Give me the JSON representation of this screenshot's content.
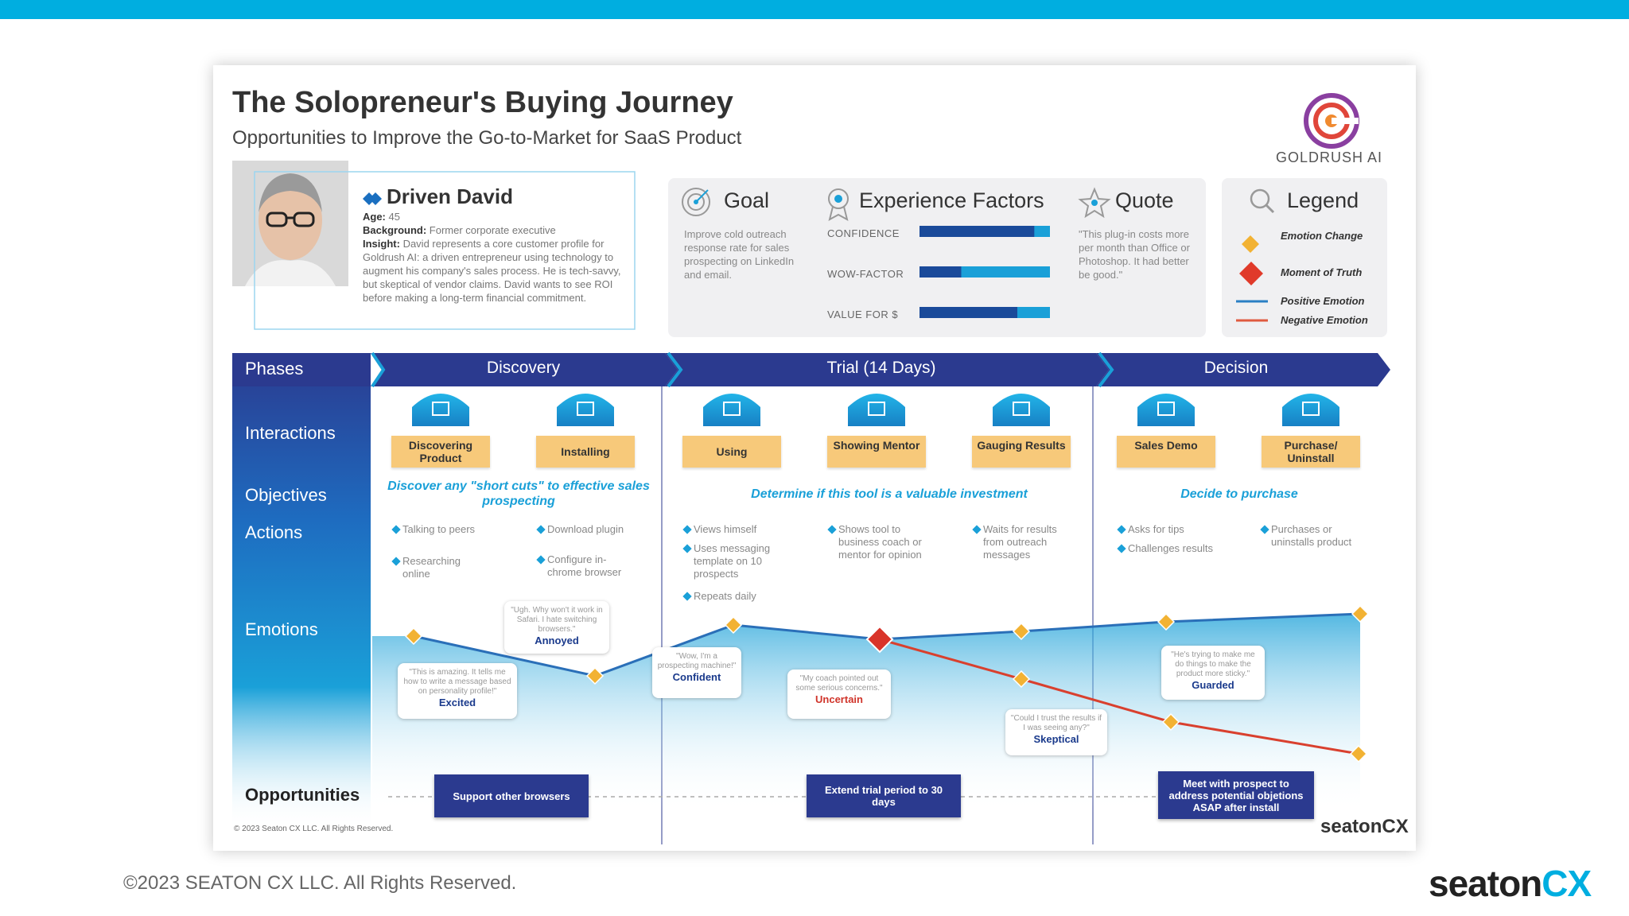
{
  "header": {
    "title": "The Solopreneur's Buying Journey",
    "subtitle": "Opportunities to Improve the Go-to-Market for SaaS Product"
  },
  "logo": {
    "name": "GOLDRUSH AI",
    "icon": "goldrush-spiral-icon"
  },
  "persona": {
    "name": "Driven David",
    "age_label": "Age:",
    "age": "45",
    "background_label": "Background:",
    "background": "Former corporate executive",
    "insight_label": "Insight:",
    "insight": "David represents a core customer profile for Goldrush AI: a driven entrepreneur using technology to augment his company's sales process. He is tech-savvy, but skeptical of vendor claims. David wants to see ROI before making a long-term financial commitment."
  },
  "goal": {
    "title": "Goal",
    "text": "Improve cold outreach response rate for sales prospecting on LinkedIn and email."
  },
  "experience": {
    "title": "Experience Factors",
    "factors": [
      {
        "label": "CONFIDENCE",
        "level": 0.88
      },
      {
        "label": "WOW-FACTOR",
        "level": 0.32
      },
      {
        "label": "VALUE FOR $",
        "level": 0.75
      }
    ]
  },
  "quote": {
    "title": "Quote",
    "text": "\"This plug-in costs more per month than Office or Photoshop. It had better be good.\""
  },
  "legend": {
    "title": "Legend",
    "items": [
      {
        "label": "Emotion Change",
        "color": "#f2b233"
      },
      {
        "label": "Moment of Truth",
        "color": "#e03a2a"
      },
      {
        "label": "Positive Emotion",
        "color": "#2a7fc4"
      },
      {
        "label": "Negative Emotion",
        "color": "#e05a40"
      }
    ]
  },
  "rows": {
    "phases": "Phases",
    "interactions": "Interactions",
    "objectives": "Objectives",
    "actions": "Actions",
    "emotions": "Emotions",
    "opportunities": "Opportunities"
  },
  "phases": [
    "Discovery",
    "Trial (14 Days)",
    "Decision"
  ],
  "interactions": [
    {
      "label": "Discovering Product"
    },
    {
      "label": "Installing"
    },
    {
      "label": "Using"
    },
    {
      "label": "Showing Mentor"
    },
    {
      "label": "Gauging Results"
    },
    {
      "label": "Sales Demo"
    },
    {
      "label": "Purchase/ Uninstall"
    }
  ],
  "objectives": [
    "Discover any \"short cuts\" to effective sales prospecting",
    "Determine if this tool is a valuable investment",
    "Decide to purchase"
  ],
  "actions": [
    [
      "Talking to peers",
      "Researching online"
    ],
    [
      "Download plugin",
      "Configure in-chrome browser"
    ],
    [
      "Views himself",
      "Uses messaging template on 10 prospects",
      "Repeats daily"
    ],
    [
      "Shows tool to business coach or mentor for opinion"
    ],
    [
      "Waits for results from outreach messages"
    ],
    [
      "Asks for tips",
      "Challenges results"
    ],
    [
      "Purchases or uninstalls product"
    ]
  ],
  "emotions": [
    {
      "quote": "\"This is amazing. It tells me how to write a message based on personality profile!\"",
      "label": "Excited",
      "color": "#1a3a8c"
    },
    {
      "quote": "\"Ugh. Why won't it work in Safari. I hate switching browsers.\"",
      "label": "Annoyed",
      "color": "#1a3a8c"
    },
    {
      "quote": "\"Wow, I'm a prospecting machine!\"",
      "label": "Confident",
      "color": "#1a3a8c"
    },
    {
      "quote": "\"My coach pointed out some serious concerns.\"",
      "label": "Uncertain",
      "color": "#d0342a"
    },
    {
      "quote": "\"Could I trust the results if I was seeing any?\"",
      "label": "Skeptical",
      "color": "#1a3a8c"
    },
    {
      "quote": "\"He's trying to make me do things to make the product more sticky.\"",
      "label": "Guarded",
      "color": "#1a3a8c"
    }
  ],
  "opportunities": [
    "Support other browsers",
    "Extend trial period to 30 days",
    "Meet with prospect to address potential objetions ASAP after install"
  ],
  "card_footer": {
    "copyright": "© 2023 Seaton CX LLC. All Rights Reserved.",
    "brand": "seatonCX"
  },
  "footer": {
    "copyright": "©2023 SEATON CX LLC. All Rights Reserved.",
    "brand_main": "seaton",
    "brand_accent": "CX"
  },
  "colors": {
    "accent": "#00aee0",
    "navy": "#2b3a8f",
    "orange": "#f7c97a",
    "red": "#d0342a"
  }
}
